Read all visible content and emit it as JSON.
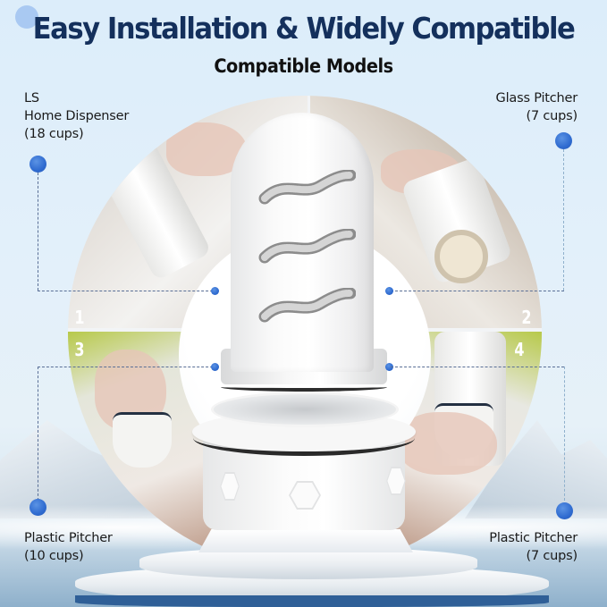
{
  "header": {
    "title": "Easy Installation & Widely Compatible",
    "subtitle": "Compatible Models"
  },
  "callouts": [
    {
      "id": 1,
      "position": "top-left",
      "line1": "LS",
      "line2": "Home Dispenser",
      "line3": "(18 cups)"
    },
    {
      "id": 2,
      "position": "top-right",
      "line1": "Glass Pitcher",
      "line2": "(7 cups)"
    },
    {
      "id": 3,
      "position": "bottom-left",
      "line1": "Plastic Pitcher",
      "line2": "(10 cups)"
    },
    {
      "id": 4,
      "position": "bottom-right",
      "line1": "Plastic Pitcher",
      "line2": "(7 cups)"
    }
  ],
  "quadrant_numbers": [
    "1",
    "2",
    "3",
    "4"
  ],
  "product": {
    "name": "water-filter-cartridge"
  },
  "colors": {
    "title": "#14305c",
    "subtitle": "#111111",
    "dot": "#2f6bd0",
    "background": "#dcedfa",
    "dashed_line": "#5a6f96"
  }
}
